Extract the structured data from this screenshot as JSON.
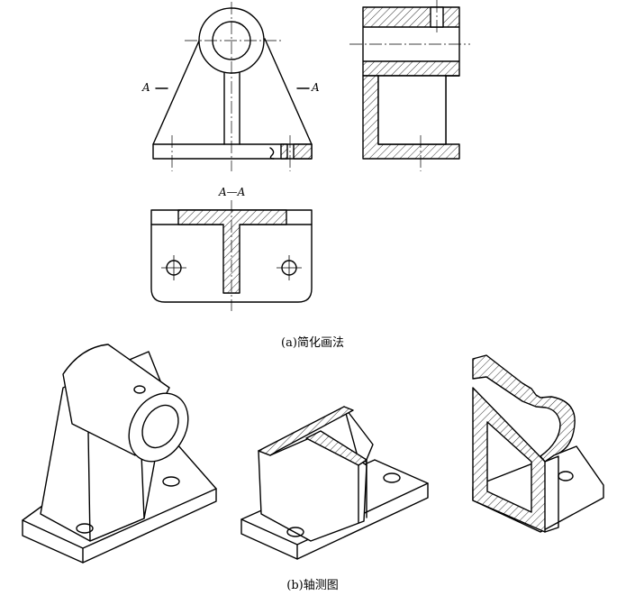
{
  "figure": {
    "section_marker": "A",
    "section_title": "A—A",
    "caption_a": "(a)简化画法",
    "caption_b": "(b)轴测图"
  },
  "colors": {
    "line": "#000000",
    "background": "#ffffff"
  }
}
